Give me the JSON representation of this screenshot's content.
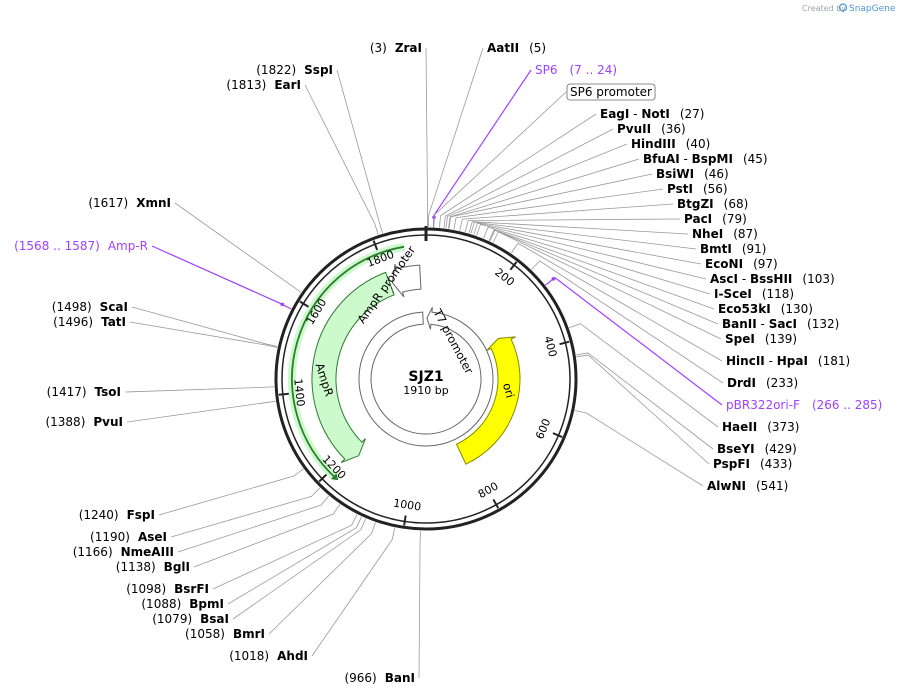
{
  "credit": {
    "prefix": "Created by",
    "brand": "SnapGene"
  },
  "plasmid": {
    "name": "SJZ1",
    "length_label": "1910 bp",
    "length": 1910
  },
  "colors": {
    "backbone": "#222222",
    "primer": "#a040ff",
    "ampr_fill": "#ccfacc",
    "ampr_stroke": "#2e7d2e",
    "ori_fill": "#ffff00",
    "ori_stroke": "#888800",
    "promoter_fill": "#ffffff",
    "leader": "#999999"
  },
  "ticks": [
    {
      "pos": 200,
      "label": "200"
    },
    {
      "pos": 400,
      "label": "400"
    },
    {
      "pos": 600,
      "label": "600"
    },
    {
      "pos": 800,
      "label": "800"
    },
    {
      "pos": 1000,
      "label": "1000"
    },
    {
      "pos": 1200,
      "label": "1200"
    },
    {
      "pos": 1400,
      "label": "1400"
    },
    {
      "pos": 1600,
      "label": "1600"
    },
    {
      "pos": 1800,
      "label": "1800"
    }
  ],
  "features": [
    {
      "name": "AmpR",
      "type": "cds",
      "start": 1174,
      "end": 1800,
      "strand": -1
    },
    {
      "name": "AmpR promoter",
      "type": "promoter",
      "start": 1800,
      "end": 1904,
      "strand": -1
    },
    {
      "name": "ori",
      "type": "rep_origin",
      "start": 322,
      "end": 822,
      "strand": -1
    },
    {
      "name": "T7 promoter",
      "type": "promoter",
      "start": 1890,
      "end": 1908,
      "strand": -1
    }
  ],
  "right_sites": [
    {
      "name": "AatII",
      "pos": "(5)",
      "at": 5
    },
    {
      "name": "SP6",
      "pos": "(7 .. 24)",
      "at": 15,
      "primer": true
    },
    {
      "name": "SP6 promoter",
      "at": 15,
      "boxed": true
    },
    {
      "name": "EagI",
      "name2": "NotI",
      "pos": "(27)",
      "at": 27
    },
    {
      "name": "PvuII",
      "pos": "(36)",
      "at": 36
    },
    {
      "name": "HindIII",
      "pos": "(40)",
      "at": 40
    },
    {
      "name": "BfuAI",
      "name2": "BspMI",
      "pos": "(45)",
      "at": 45
    },
    {
      "name": "BsiWI",
      "pos": "(46)",
      "at": 46
    },
    {
      "name": "PstI",
      "pos": "(56)",
      "at": 56
    },
    {
      "name": "BtgZI",
      "pos": "(68)",
      "at": 68
    },
    {
      "name": "PacI",
      "pos": "(79)",
      "at": 79
    },
    {
      "name": "NheI",
      "pos": "(87)",
      "at": 87
    },
    {
      "name": "BmtI",
      "pos": "(91)",
      "at": 91
    },
    {
      "name": "EcoNI",
      "pos": "(97)",
      "at": 97
    },
    {
      "name": "AscI",
      "name2": "BssHII",
      "pos": "(103)",
      "at": 103
    },
    {
      "name": "I-SceI",
      "pos": "(118)",
      "at": 118
    },
    {
      "name": "Eco53kI",
      "pos": "(130)",
      "at": 130
    },
    {
      "name": "BanII",
      "name2": "SacI",
      "pos": "(132)",
      "at": 132
    },
    {
      "name": "SpeI",
      "pos": "(139)",
      "at": 139
    },
    {
      "name": "HincII",
      "name2": "HpaI",
      "pos": "(181)",
      "at": 181
    },
    {
      "name": "DrdI",
      "pos": "(233)",
      "at": 233
    },
    {
      "name": "pBR322ori-F",
      "pos": "(266 .. 285)",
      "at": 275,
      "primer": true
    },
    {
      "name": "HaeII",
      "pos": "(373)",
      "at": 373
    },
    {
      "name": "BseYI",
      "pos": "(429)",
      "at": 429
    },
    {
      "name": "PspFI",
      "pos": "(433)",
      "at": 433
    },
    {
      "name": "AlwNI",
      "pos": "(541)",
      "at": 541
    }
  ],
  "left_sites": [
    {
      "name": "ZraI",
      "pos": "(3)",
      "at": 3
    },
    {
      "name": "SspI",
      "pos": "(1822)",
      "at": 1822
    },
    {
      "name": "EarI",
      "pos": "(1813)",
      "at": 1813
    },
    {
      "name": "XmnI",
      "pos": "(1617)",
      "at": 1617
    },
    {
      "name": "Amp-R",
      "pos": "(1568 .. 1587)",
      "at": 1578,
      "primer": true
    },
    {
      "name": "ScaI",
      "pos": "(1498)",
      "at": 1498
    },
    {
      "name": "TatI",
      "pos": "(1496)",
      "at": 1496
    },
    {
      "name": "TsoI",
      "pos": "(1417)",
      "at": 1417
    },
    {
      "name": "PvuI",
      "pos": "(1388)",
      "at": 1388
    },
    {
      "name": "FspI",
      "pos": "(1240)",
      "at": 1240
    },
    {
      "name": "AseI",
      "pos": "(1190)",
      "at": 1190
    },
    {
      "name": "NmeAIII",
      "pos": "(1166)",
      "at": 1166
    },
    {
      "name": "BglI",
      "pos": "(1138)",
      "at": 1138
    },
    {
      "name": "BsrFI",
      "pos": "(1098)",
      "at": 1098
    },
    {
      "name": "BpmI",
      "pos": "(1088)",
      "at": 1088
    },
    {
      "name": "BsaI",
      "pos": "(1079)",
      "at": 1079
    },
    {
      "name": "BmrI",
      "pos": "(1058)",
      "at": 1058
    },
    {
      "name": "AhdI",
      "pos": "(1018)",
      "at": 1018
    },
    {
      "name": "BanI",
      "pos": "(966)",
      "at": 966
    }
  ]
}
